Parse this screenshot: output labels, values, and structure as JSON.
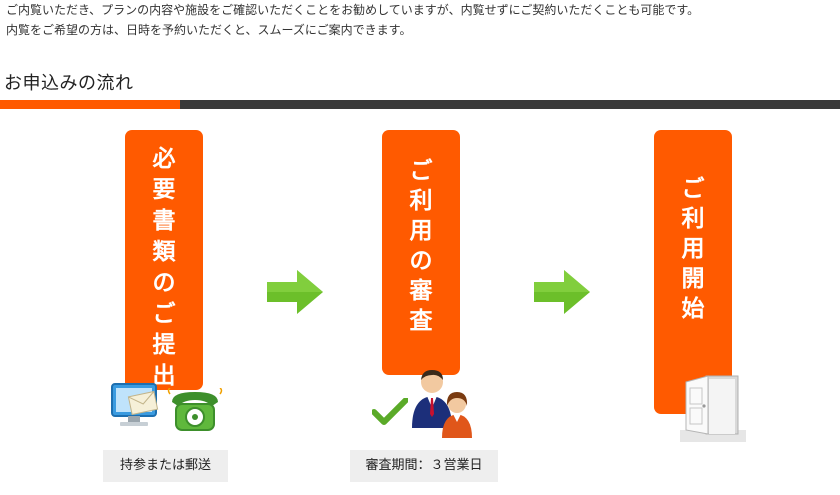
{
  "intro": {
    "line1": "ご内覧いただき、プランの内容や施設をご確認いただくことをお勧めしていますが、内覧せずにご契約いただくことも可能です。",
    "line2": "内覧をご希望の方は、日時を予約いただくと、スムーズにご案内できます。"
  },
  "section": {
    "title": "お申込みの流れ"
  },
  "colors": {
    "accent": "#ff5a00",
    "bar": "#3a3a3a",
    "arrow": "#6cbf2a",
    "caption_bg": "#eeeeee"
  },
  "steps": [
    {
      "chars": [
        "必",
        "要",
        "書",
        "類",
        "の",
        "ご",
        "提",
        "出"
      ],
      "caption": "持参または郵送",
      "icons": [
        "computer-mail-icon",
        "telephone-icon"
      ]
    },
    {
      "chars": [
        "ご",
        "利",
        "用",
        "の",
        "審",
        "査"
      ],
      "caption": "審査期間：３営業日",
      "icons": [
        "checkmark-icon",
        "business-people-icon"
      ]
    },
    {
      "chars": [
        "ご",
        "利",
        "用",
        "開",
        "始"
      ],
      "caption": "",
      "icons": [
        "open-door-icon"
      ]
    }
  ],
  "arrows": [
    "arrow-right-icon",
    "arrow-right-icon"
  ]
}
